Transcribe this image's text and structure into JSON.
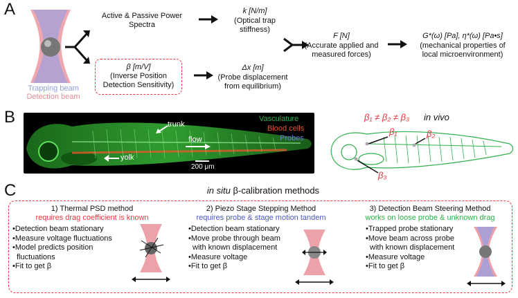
{
  "panelA": {
    "letter": "A",
    "legend_trapping": "Trapping beam",
    "legend_detection": "Detection beam",
    "spectra_label": "Active & Passive Power Spectra",
    "k_label": "k [N/m]",
    "k_desc": "(Optical trap stiffness)",
    "beta_label": "β [m/V]",
    "beta_desc": "(Inverse Position Detection Sensitivity)",
    "dx_label": "Δx [m]",
    "dx_desc": "(Probe displacement from equilibrium)",
    "F_label": "F [N]",
    "F_desc": "(Accurate applied and measured forces)",
    "G_label": "G*(ω) [Pa], η*(ω) [Pa•s]",
    "G_desc": "(mechanical properties of local microenvironment)"
  },
  "panelB": {
    "letter": "B",
    "label_trunk": "trunk",
    "label_flow": "flow",
    "label_yolk": "yolk",
    "scalebar": "200 μm",
    "legend_vasculature": "Vasculature",
    "legend_blood": "Blood cells",
    "legend_probes": "Probes",
    "inequality": "β₁ ≠ β₂ ≠ β₃",
    "in_vivo": "in vivo",
    "beta1": "β₁",
    "beta2": "β₂",
    "beta3": "β₃"
  },
  "panelC": {
    "letter": "C",
    "title_insitu": "in situ",
    "title_rest": "β-calibration methods",
    "methods": [
      {
        "title": "1) Thermal PSD method",
        "subtitle": "requires drag coefficient is known",
        "subtitle_color": "#e8343f",
        "bullets": [
          "Detection beam stationary",
          "Measure voltage fluctuations",
          "Model predicts position",
          "fluctuations",
          "Fit to get β"
        ]
      },
      {
        "title": "2) Piezo Stage Stepping Method",
        "subtitle": "requires probe & stage motion tandem",
        "subtitle_color": "#4a58c6",
        "bullets": [
          "Detection beam stationary",
          "Move probe through beam",
          "with known displacement",
          "Measure voltage",
          "Fit to get β"
        ]
      },
      {
        "title": "3) Detection Beam Steering Method",
        "subtitle": "works on loose probe & unknown drag",
        "subtitle_color": "#2fb04a",
        "bullets": [
          "Trapped probe stationary",
          "Move beam across probe",
          "with known displacement",
          "Measure voltage",
          "Fit to get β"
        ]
      }
    ]
  },
  "colors": {
    "accent_red": "#e8343f",
    "accent_blue": "#4a58c6",
    "accent_green": "#2fb04a",
    "trapping_beam": "#8f9ee6",
    "detection_beam": "#e88a94"
  }
}
